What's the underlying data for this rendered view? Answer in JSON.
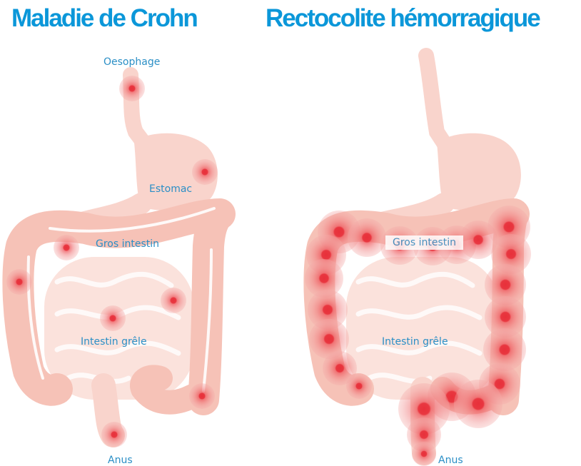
{
  "titles": {
    "left": "Maladie de Crohn",
    "right": "Rectocolite hémorragique"
  },
  "labels": {
    "left": {
      "oesophage": "Oesophage",
      "estomac": "Estomac",
      "gros_intestin": "Gros intestin",
      "intestin_grele": "Intestin grêle",
      "anus": "Anus"
    },
    "right": {
      "gros_intestin": "Gros intestin",
      "intestin_grele": "Intestin grêle",
      "anus": "Anus"
    }
  },
  "colors": {
    "title": "#0b97d9",
    "label": "#2b8fc6",
    "organ": "#f9d4cc",
    "colon": "#f6c2b7",
    "inflammation": "#e8303a"
  }
}
